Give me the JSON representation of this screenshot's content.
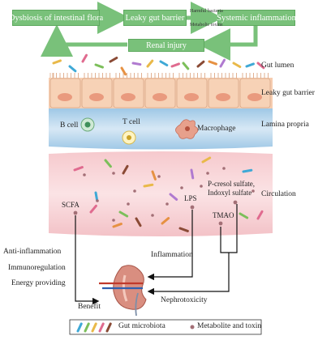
{
  "flow": {
    "box1": "Dysbiosis of intestinal flora",
    "box2": "Leaky gut barrier",
    "box3": "Systemic inflammation",
    "box4": "Renal injury",
    "note_top": "Harmful bacteria",
    "note_bottom": "Metabolic toxins"
  },
  "layers": {
    "gut_lumen": "Gut lumen",
    "leaky_gut_barrier": "Leaky gut barrier",
    "lamina_propria": "Lamina propria",
    "circulation": "Circulation"
  },
  "cells": {
    "b_cell": "B cell",
    "t_cell": "T cell",
    "macrophage": "Macrophage"
  },
  "metabolites": {
    "scfa": "SCFA",
    "lps": "LPS",
    "tmao": "TMAO",
    "pcresol": "P-cresol sulfate,",
    "indoxyl": "Indoxyl sulfate"
  },
  "effects": {
    "anti_inflammation": "Anti-inflammation",
    "immunoregulation": "Immunoregulation",
    "energy": "Energy providing",
    "benefit": "Benefit",
    "inflammation": "Inflammation",
    "nephrotoxicity": "Nephrotoxicity"
  },
  "legend": {
    "microbiota": "Gut microbiota",
    "metabolite": "Metabolite and toxin"
  },
  "colors": {
    "box_green": "#79c17a",
    "lamina_blue": "#b9d7ec",
    "circulation_pink": "#f4c6cb",
    "epithelium": "#f6cdb0",
    "kidney": "#c97a6e"
  }
}
